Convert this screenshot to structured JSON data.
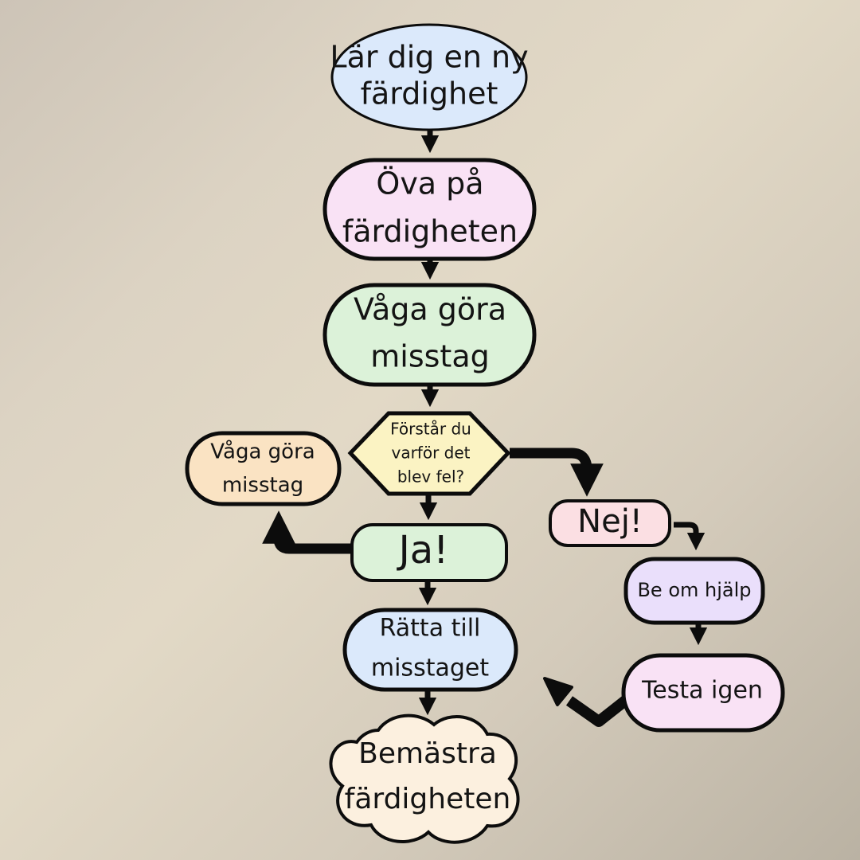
{
  "nodes": {
    "start": {
      "line1": "Lär dig en ny",
      "line2": "färdighet",
      "fill": "#dbe9fb"
    },
    "practice": {
      "line1": "Öva på",
      "line2": "färdigheten",
      "fill": "#f9e2f5"
    },
    "dare_mistakes": {
      "line1": "Våga göra",
      "line2": "misstag",
      "fill": "#dcf2d9"
    },
    "question": {
      "line1": "Förstår du",
      "line2": "varför det",
      "line3": "blev fel?",
      "fill": "#fbf3c3"
    },
    "dare_mistakes_side": {
      "line1": "Våga göra",
      "line2": "misstag",
      "fill": "#fae3c3"
    },
    "yes": {
      "label": "Ja!",
      "fill": "#dcf2d9"
    },
    "no": {
      "label": "Nej!",
      "fill": "#fbdfe3"
    },
    "ask_help": {
      "label": "Be om hjälp",
      "fill": "#eadffb"
    },
    "correct": {
      "line1": "Rätta till",
      "line2": "misstaget",
      "fill": "#dbe9fb"
    },
    "try_again": {
      "label": "Testa igen",
      "fill": "#f9e2f5"
    },
    "master": {
      "line1": "Bemästra",
      "line2": "färdigheten",
      "fill": "#fcf0df"
    }
  },
  "colors": {
    "stroke": "#0c0c0c",
    "text": "#141414"
  }
}
